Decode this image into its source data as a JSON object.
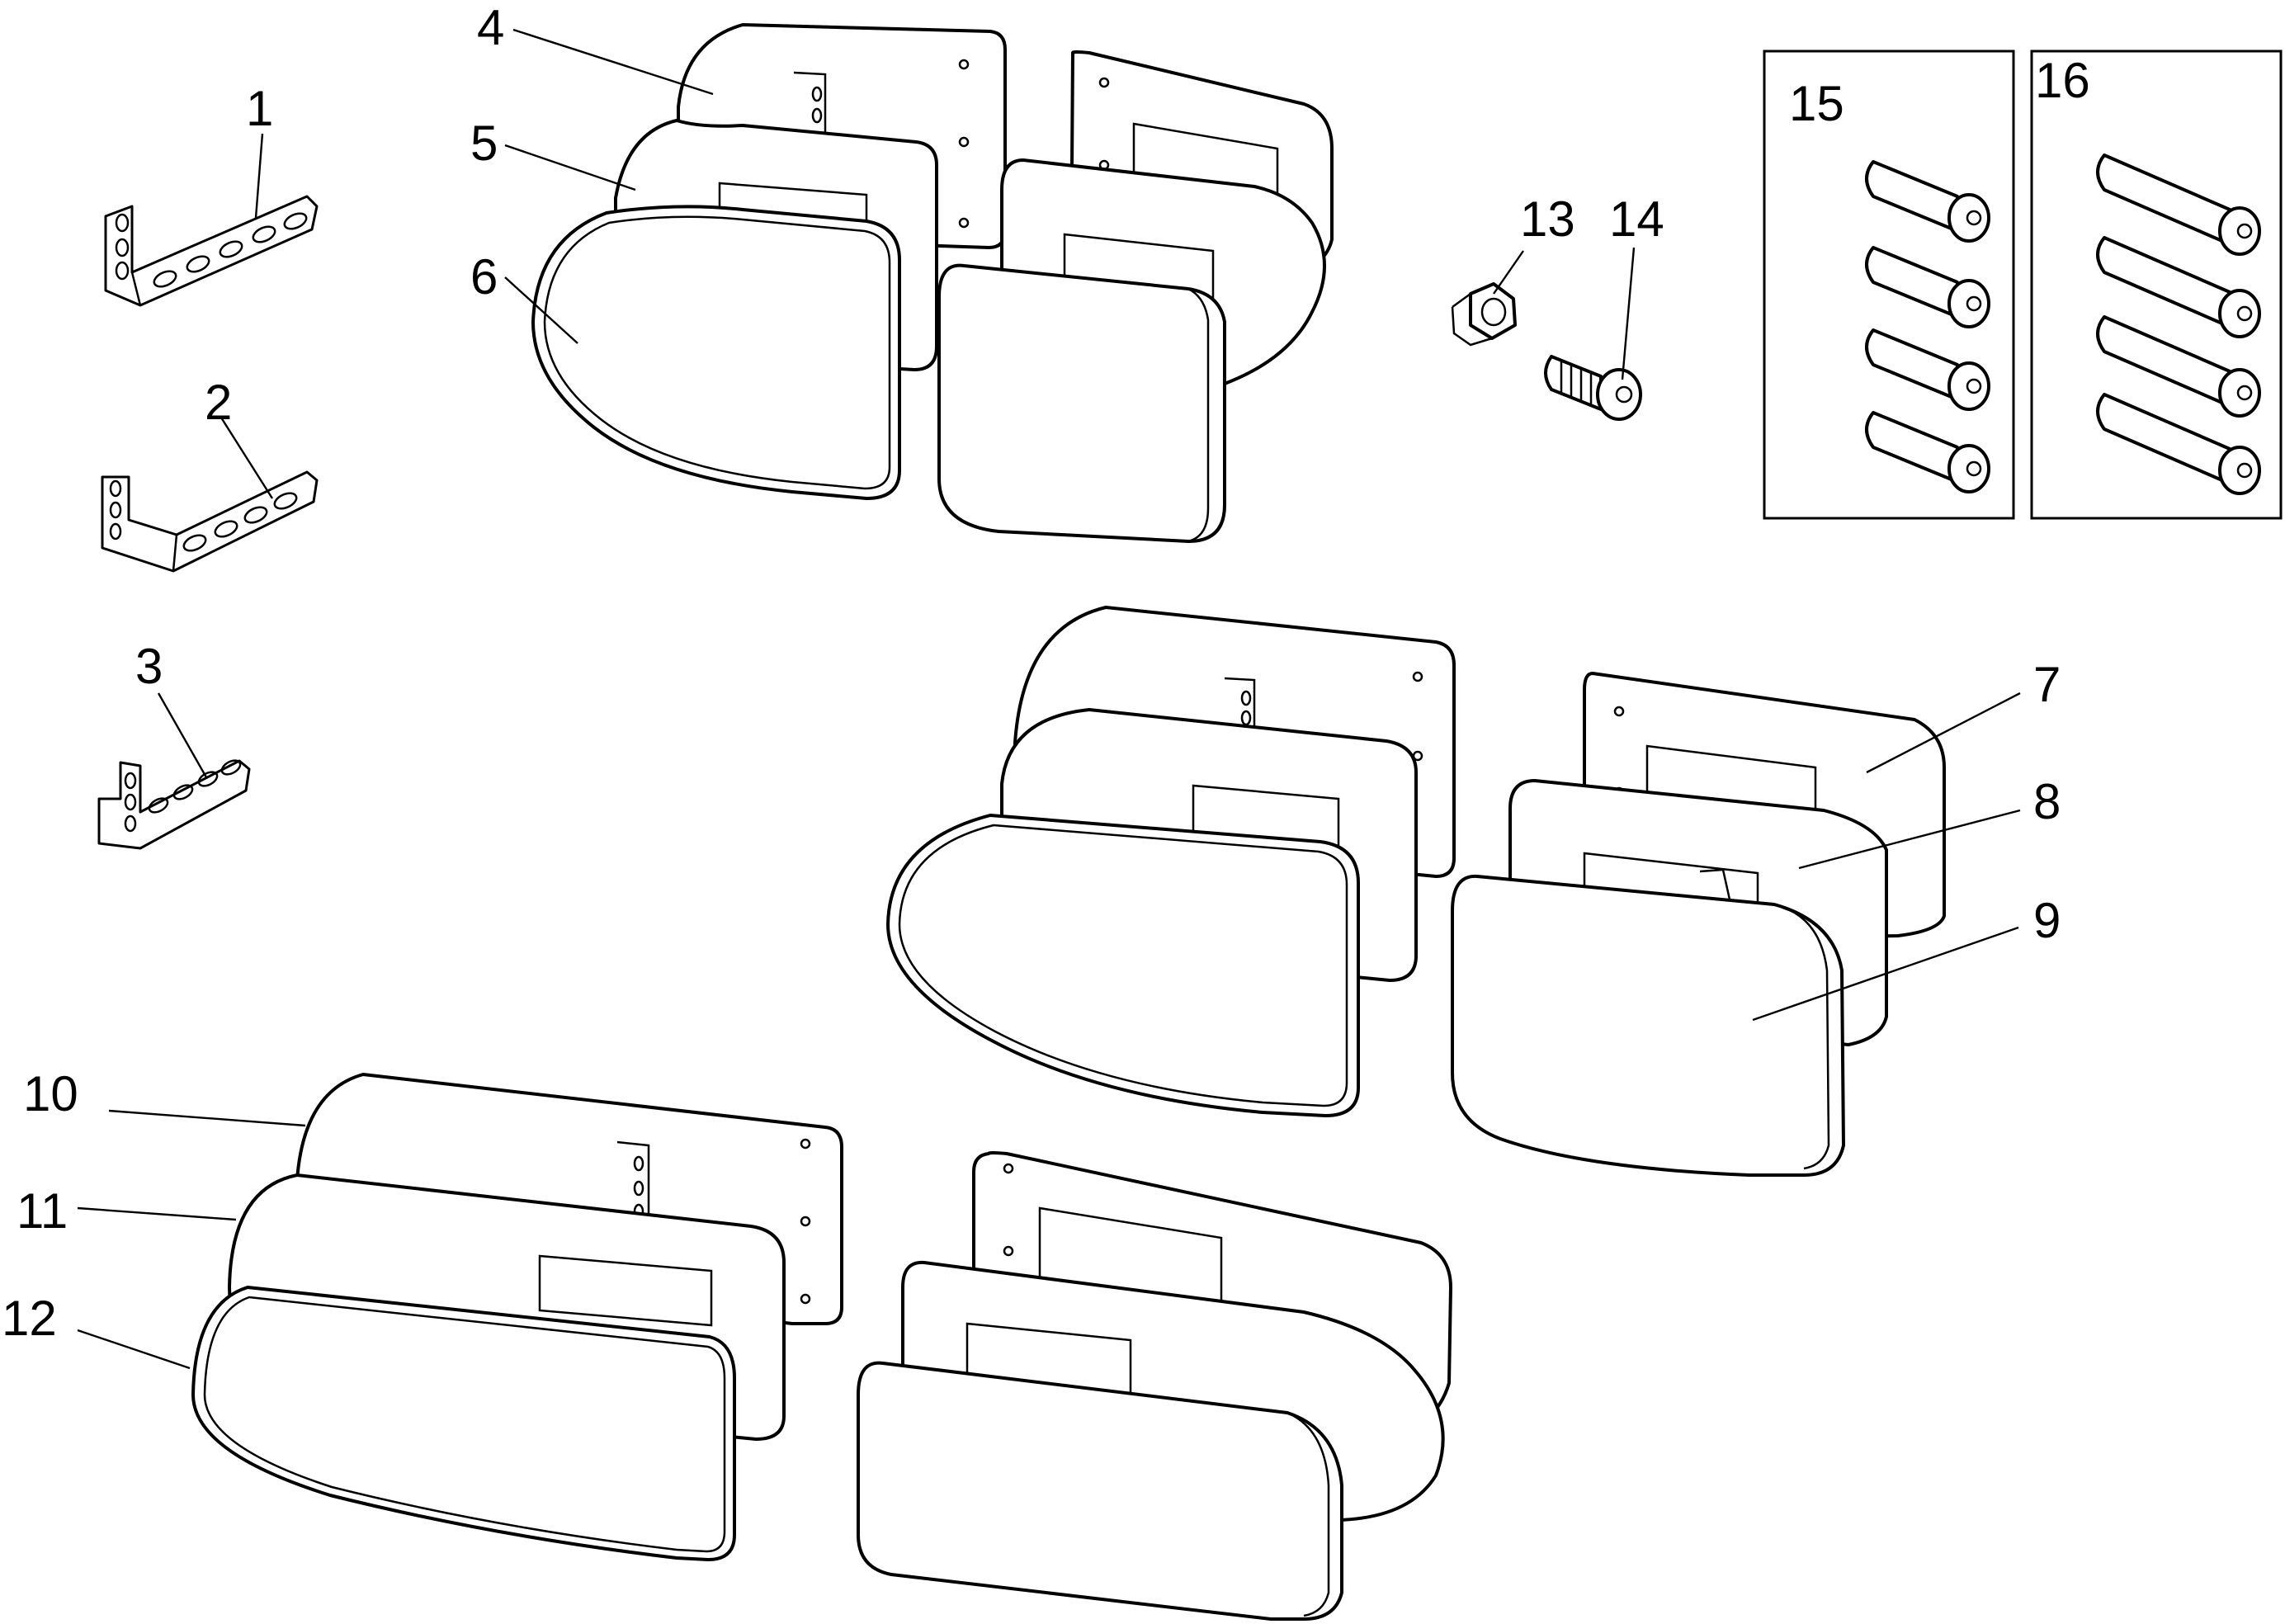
{
  "parts": [
    {
      "id": "1",
      "label": "1"
    },
    {
      "id": "2",
      "label": "2"
    },
    {
      "id": "3",
      "label": "3"
    },
    {
      "id": "4",
      "label": "4"
    },
    {
      "id": "5",
      "label": "5"
    },
    {
      "id": "6",
      "label": "6"
    },
    {
      "id": "7",
      "label": "7"
    },
    {
      "id": "8",
      "label": "8"
    },
    {
      "id": "9",
      "label": "9"
    },
    {
      "id": "10",
      "label": "10"
    },
    {
      "id": "11",
      "label": "11"
    },
    {
      "id": "12",
      "label": "12"
    },
    {
      "id": "13",
      "label": "13"
    },
    {
      "id": "14",
      "label": "14"
    },
    {
      "id": "15",
      "label": "15"
    },
    {
      "id": "16",
      "label": "16"
    }
  ]
}
